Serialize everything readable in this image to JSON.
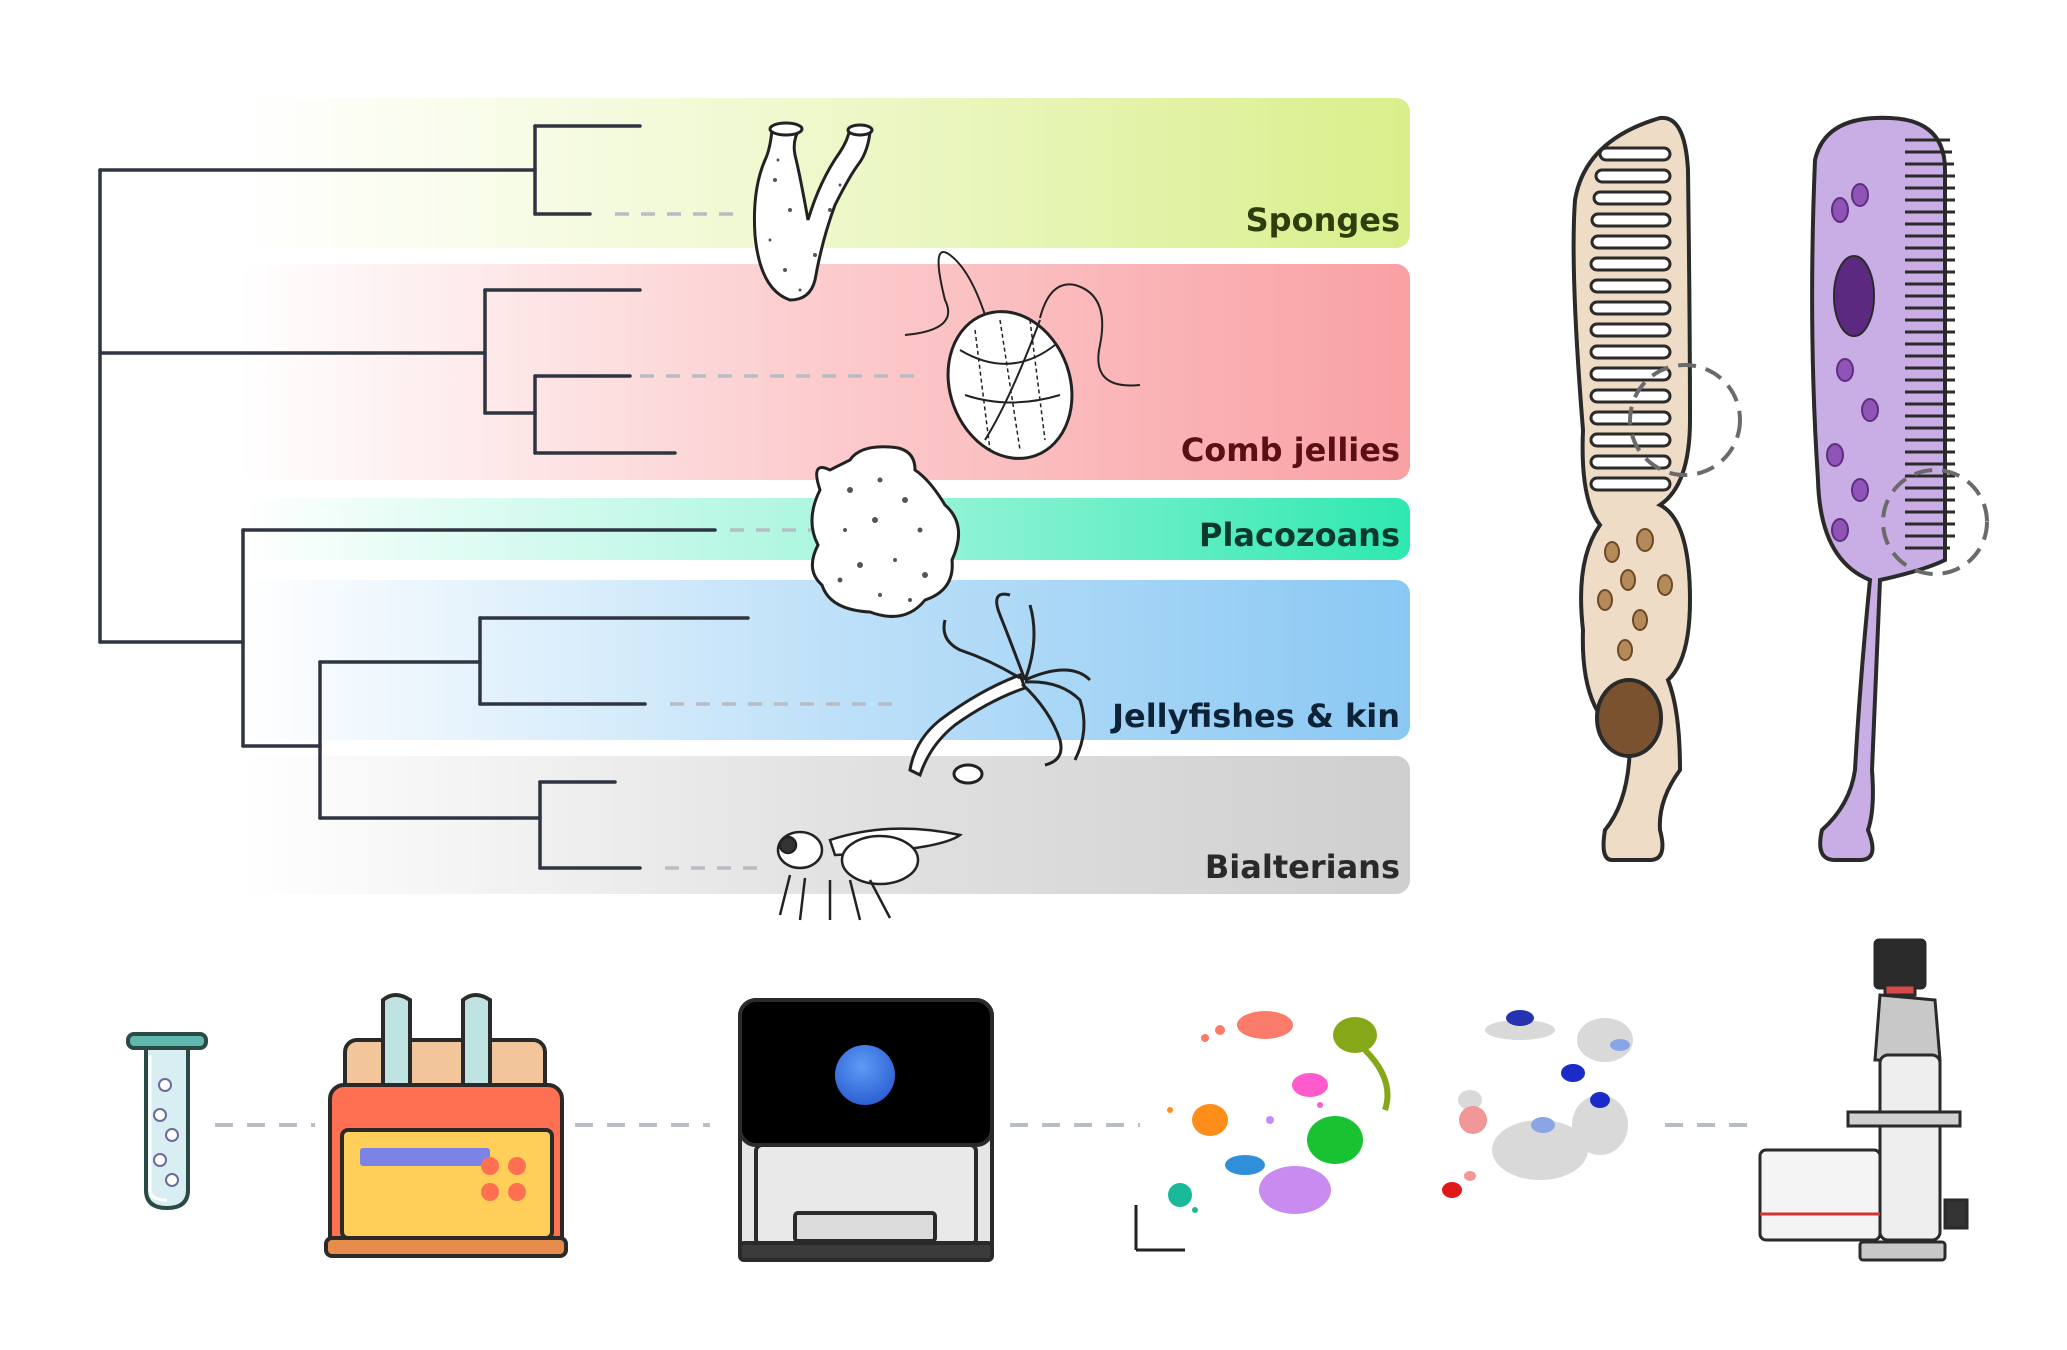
{
  "clades": [
    {
      "label": "Sponges",
      "color": "#d9ef8b",
      "text_color": "#2f3e0d"
    },
    {
      "label": "Comb jellies",
      "color": "#f9a1a4",
      "text_color": "#5a0f14"
    },
    {
      "label": "Placozoans",
      "color": "#2ee8b0",
      "text_color": "#0b3a2c"
    },
    {
      "label": "Jellyfishes & kin",
      "color": "#8ac8f3",
      "text_color": "#0d2237"
    },
    {
      "label": "Bialterians",
      "color": "#cfcfcf",
      "text_color": "#2a2a2a"
    }
  ],
  "icons": {
    "sponge": "sponge-illustration",
    "ctenophore": "comb-jelly-illustration",
    "placozoan": "placozoan-illustration",
    "hydra": "hydra-illustration",
    "fly": "fruit-fly-illustration",
    "cells": [
      "choanocyte-cell-illustration",
      "ctenophore-cell-illustration"
    ],
    "pipeline": [
      "sample-tube-icon",
      "cell-dissociation-device-icon",
      "sequencer-icon",
      "clustering-umap-plot-icon",
      "highlighted-clusters-plot-icon",
      "microscope-icon"
    ]
  }
}
